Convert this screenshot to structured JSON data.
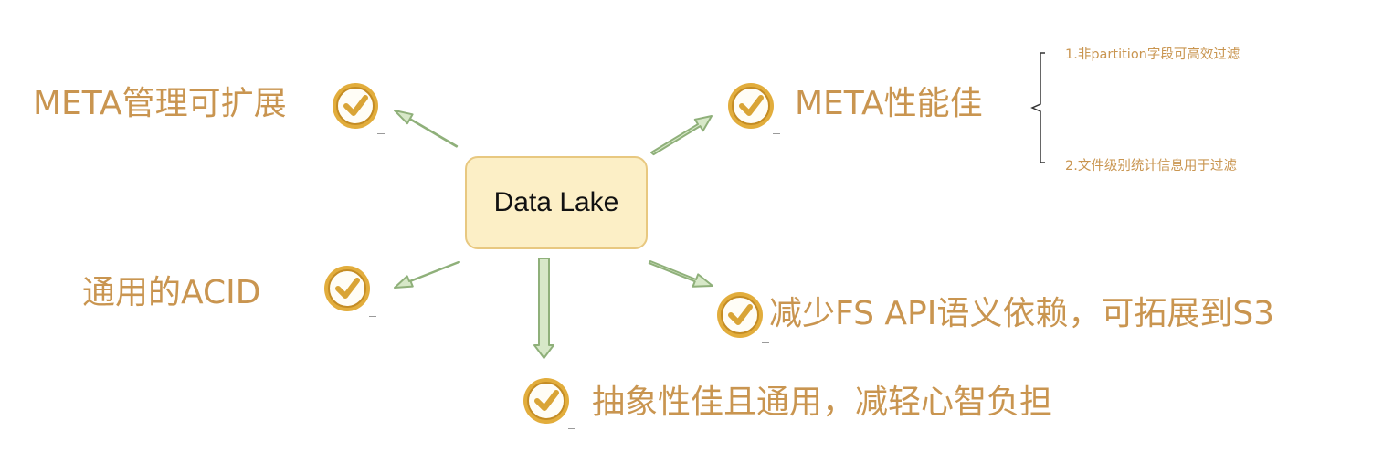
{
  "center": {
    "label": "Data Lake"
  },
  "nodes": {
    "meta_extensible": "META管理可扩展",
    "meta_performance": "META性能佳",
    "generic_acid": "通用的ACID",
    "fs_api_dependency": "减少FS API语义依赖，可拓展到S3",
    "abstraction": "抽象性佳且通用，减轻心智负担"
  },
  "notes": {
    "item1": "1.非partition字段可高效过滤",
    "item2": "2.文件级别统计信息用于过滤"
  },
  "colors": {
    "label_text": "#c99550",
    "center_fill": "#fcefc6",
    "center_border": "#e8c880",
    "arrow_fill": "#d7e8c8",
    "arrow_stroke": "#8fb07a",
    "check_gold": "#d9a436"
  },
  "icons": {
    "check": "check-circle-icon",
    "bracket": "left-brace-icon"
  }
}
